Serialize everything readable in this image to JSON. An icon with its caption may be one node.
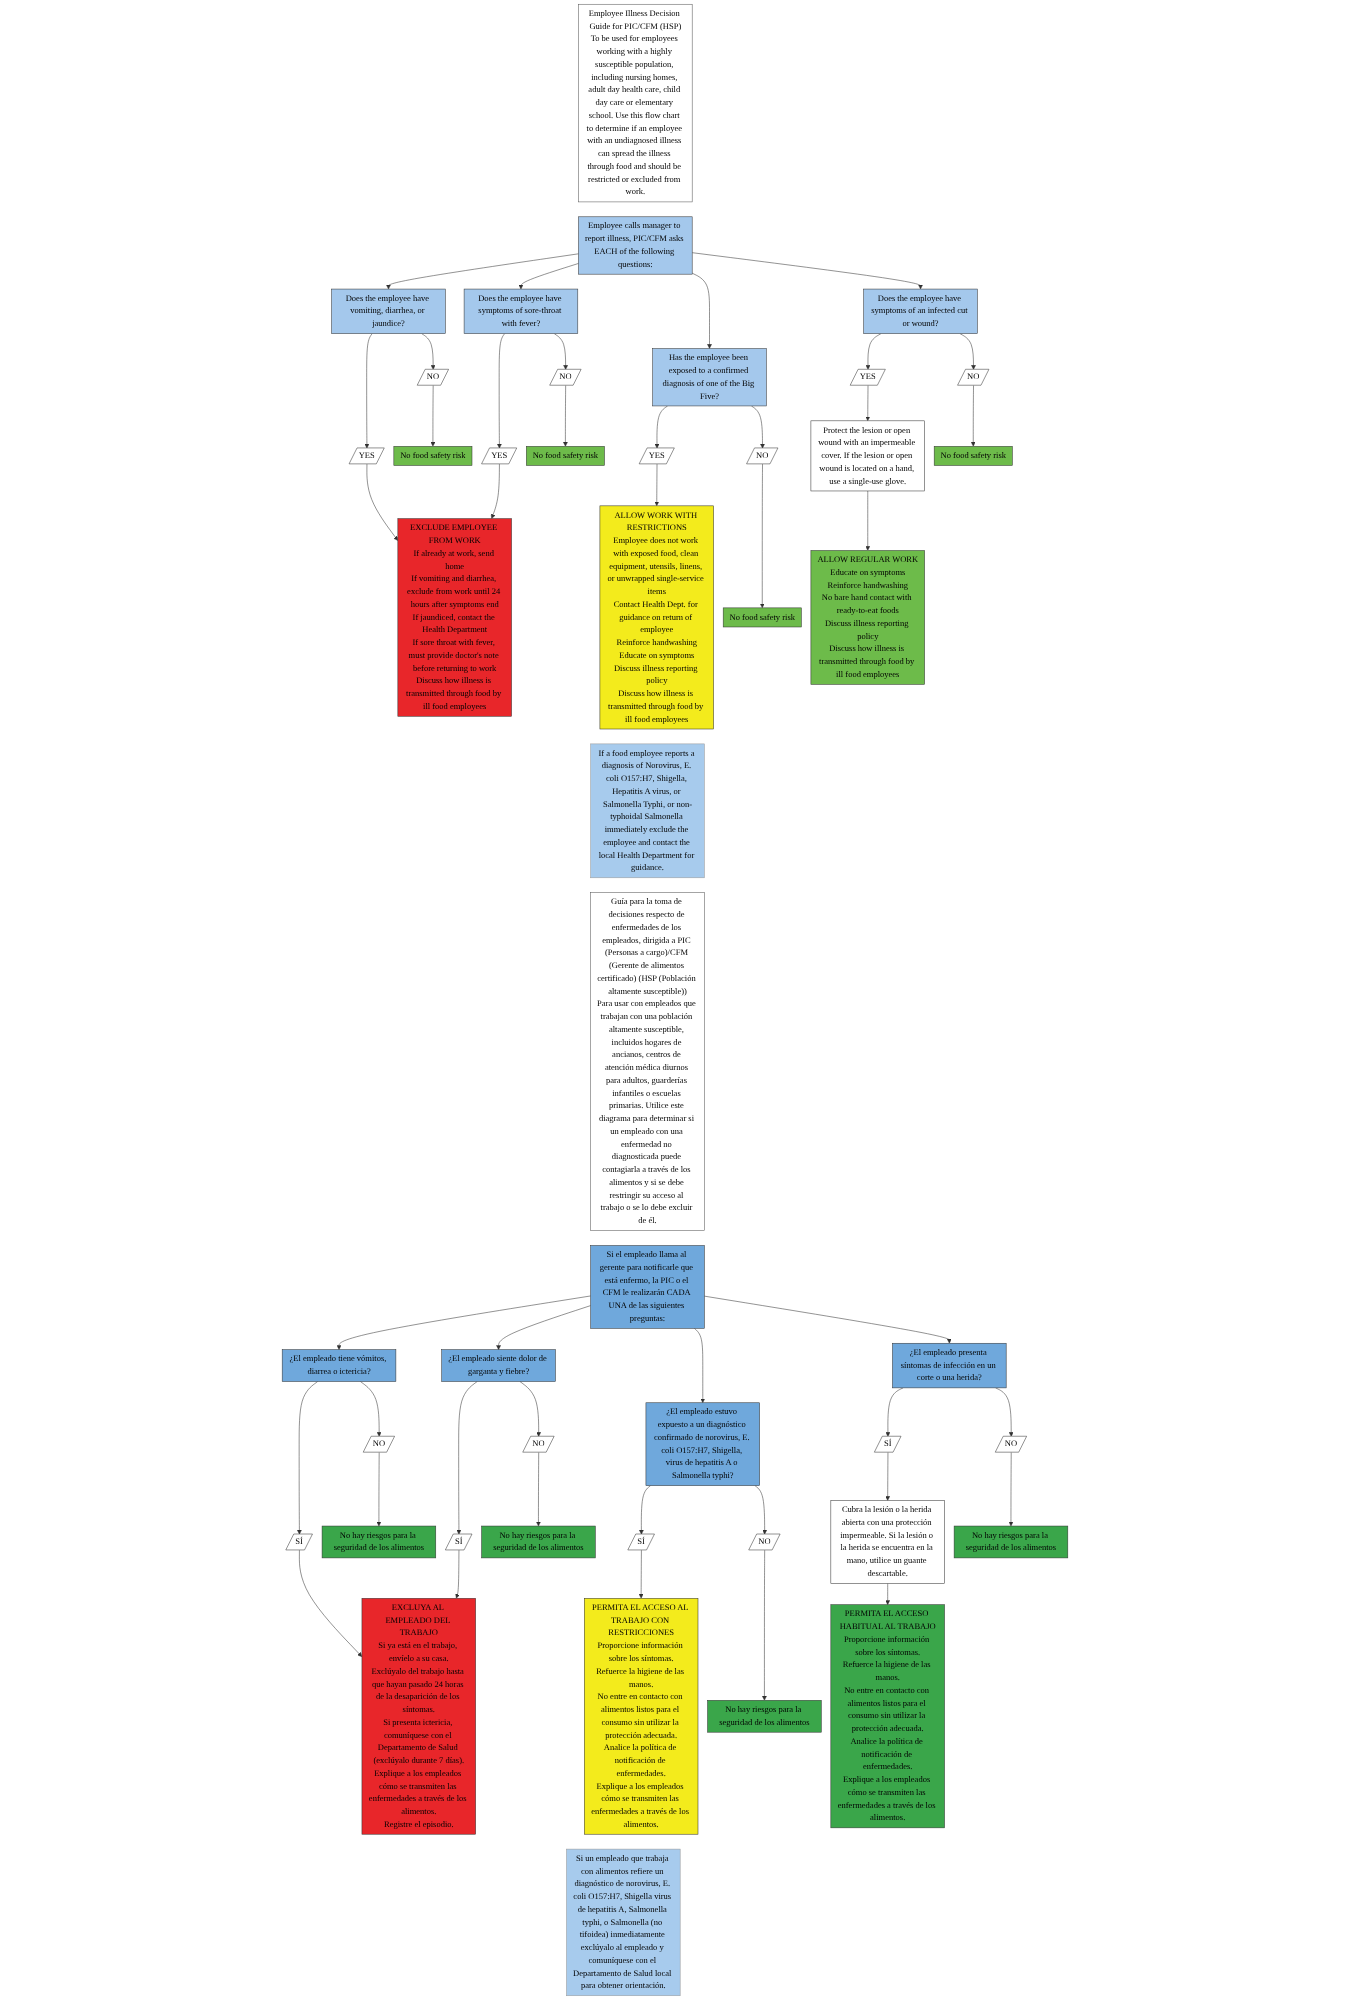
{
  "diagram": {
    "nodes": [
      {
        "text": [
          "Employee Illness Decision Guide for PIC/CFM (HSP)",
          "To be used for employees working with a highly susceptible population, including nursing homes, adult day health care, child day care or elementary school. Use this flow chart to determine if an employee with an undiagnosed illness can spread the illness through food and should be restricted or excluded from work."
        ]
      },
      {
        "text": [
          "Employee calls manager to report illness, PIC/CFM asks EACH of the following questions:"
        ]
      },
      {
        "text": [
          "Does the employee have vomiting, diarrhea, or jaundice?"
        ]
      },
      {
        "text": [
          "Does the employee have symptoms of sore-throat with fever?"
        ]
      },
      {
        "text": [
          "Has the employee been exposed to a confirmed diagnosis of one of the Big Five?"
        ]
      },
      {
        "text": [
          "Does the employee have symptoms of an infected cut or wound?"
        ]
      },
      {
        "text": [
          "YES"
        ]
      },
      {
        "text": [
          "NO"
        ]
      },
      {
        "text": [
          "YES"
        ]
      },
      {
        "text": [
          "NO"
        ]
      },
      {
        "text": [
          "YES"
        ]
      },
      {
        "text": [
          "NO"
        ]
      },
      {
        "text": [
          "YES"
        ]
      },
      {
        "text": [
          "NO"
        ]
      },
      {
        "text": [
          "No food safety risk"
        ]
      },
      {
        "text": [
          "No food safety risk"
        ]
      },
      {
        "text": [
          "No food safety risk"
        ]
      },
      {
        "text": [
          "Protect the lesion or open wound with an impermeable cover. If the lesion or open wound is located on a hand, use a single-use glove."
        ]
      },
      {
        "text": [
          "No food safety risk"
        ]
      },
      {
        "text": [
          "EXCLUDE EMPLOYEE FROM WORK",
          "If already at work, send home",
          "If vomiting and diarrhea, exclude from work until 24 hours after symptoms end",
          "If jaundiced, contact the Health Department",
          "If sore throat with fever, must provide doctor's note before returning to work",
          "Discuss how illness is transmitted through food by ill food employees"
        ]
      },
      {
        "text": [
          "ALLOW WORK WITH RESTRICTIONS",
          "Employee does not work with exposed food, clean equipment, utensils, linens, or unwrapped single-service items",
          "Contact Health Dept. for guidance on return of employee",
          "Reinforce handwashing",
          "Educate on symptoms",
          "Discuss illness reporting policy",
          "Discuss how illness is transmitted through food by ill food employees"
        ]
      },
      {
        "text": [
          "ALLOW REGULAR WORK",
          "Educate on symptoms",
          "Reinforce handwashing",
          "No bare hand contact with ready-to-eat foods",
          "Discuss illness reporting policy",
          "Discuss how illness is transmitted through food by ill food employees"
        ]
      },
      {
        "text": [
          "If a food employee reports a diagnosis of Norovirus, E. coli O157:H7, Shigella, Hepatitis A virus, or Salmonella Typhi, or non-typhoidal Salmonella immediately exclude the employee and contact the local Health Department for guidance."
        ]
      },
      {
        "text": [
          "Guía para la toma de decisiones respecto de enfermedades de los empleados, dirigida a PIC (Personas a cargo)/CFM (Gerente de alimentos certificado) (HSP (Población altamente susceptible))",
          "Para usar con empleados que trabajan con una población altamente susceptible, incluidos hogares de ancianos, centros de atención médica diurnos para adultos, guarderías infantiles o escuelas primarias. Utilice este diagrama para determinar si un empleado con una enfermedad no diagnosticada puede contagiarla a través de los alimentos y si se debe restringir su acceso al trabajo o se lo debe excluir de él."
        ]
      },
      {
        "text": [
          "Si el empleado llama al gerente para notificarle que está enfermo, la PIC o el CFM le realizarán CADA UNA de las siguientes preguntas:"
        ]
      },
      {
        "text": [
          "¿El empleado tiene vómitos, diarrea o ictericia?"
        ]
      },
      {
        "text": [
          "¿El empleado siente dolor de garganta y fiebre?"
        ]
      },
      {
        "text": [
          "¿El empleado estuvo expuesto a un diagnóstico confirmado de norovirus, E. coli O157:H7, Shigella, virus de hepatitis A o Salmonella typhi?"
        ]
      },
      {
        "text": [
          "¿El empleado presenta síntomas de infección en un corte o una herida?"
        ]
      },
      {
        "text": [
          "SÍ"
        ]
      },
      {
        "text": [
          "NO"
        ]
      },
      {
        "text": [
          "SÍ"
        ]
      },
      {
        "text": [
          "NO"
        ]
      },
      {
        "text": [
          "SÍ"
        ]
      },
      {
        "text": [
          "NO"
        ]
      },
      {
        "text": [
          "SÍ"
        ]
      },
      {
        "text": [
          "NO"
        ]
      },
      {
        "text": [
          "No hay riesgos para la seguridad de los alimentos"
        ]
      },
      {
        "text": [
          "No hay riesgos para la seguridad de los alimentos"
        ]
      },
      {
        "text": [
          "No hay riesgos para la seguridad de los alimentos"
        ]
      },
      {
        "text": [
          "Cubra la lesión o la herida abierta con una protección impermeable. Si la lesión o la herida se encuentra en la mano, utilice un guante descartable."
        ]
      },
      {
        "text": [
          "No hay riesgos para la seguridad de los alimentos"
        ]
      },
      {
        "text": [
          "EXCLUYA AL EMPLEADO DEL TRABAJO",
          "Si ya está en el trabajo, envíelo a su casa.",
          "Exclúyalo del trabajo hasta que hayan pasado 24 horas de la desaparición de los síntomas.",
          "Si presenta ictericia, comuníquese con el Departamento de Salud (exclúyalo durante 7 días).",
          "Explique a los empleados cómo se transmiten las enfermedades a través de los alimentos.",
          "Registre el episodio."
        ]
      },
      {
        "text": [
          "PERMITA EL ACCESO AL TRABAJO CON RESTRICCIONES",
          "Proporcione información sobre los síntomas.",
          "Refuerce la higiene de las manos.",
          "No entre en contacto con alimentos listos para el consumo sin utilizar la protección adecuada.",
          "Analice la política de notificación de enfermedades.",
          "Explique a los empleados cómo se transmiten las enfermedades a través de los alimentos."
        ]
      },
      {
        "text": [
          "PERMITA EL ACCESO HABITUAL AL TRABAJO",
          "Proporcione información sobre los síntomas.",
          "Refuerce la higiene de las manos.",
          "No entre en contacto con alimentos listos para el consumo sin utilizar la protección adecuada.",
          "Analice la política de notificación de enfermedades.",
          "Explique a los empleados cómo se transmiten las enfermedades a través de los alimentos."
        ]
      },
      {
        "text": [
          "Si un empleado que trabaja con alimentos refiere un diagnóstico de norovirus, E. coli O157:H7, Shigella virus de hepatitis A, Salmonella typhi, o Salmonella (no tifoidea) inmediatamente exclúyalo al empleado y comuníquese con el Departamento de Salud local para obtener orientación."
        ]
      }
    ],
    "edges": [
      {
        "from": 1,
        "to": 2,
        "arrow": "to"
      },
      {
        "from": 1,
        "to": 3,
        "arrow": "to"
      },
      {
        "from": 1,
        "to": 4,
        "arrow": "to"
      },
      {
        "from": 1,
        "to": 5,
        "arrow": "to"
      },
      {
        "from": 2,
        "to": 6,
        "arrow": "to"
      },
      {
        "from": 2,
        "to": 7,
        "arrow": "to"
      },
      {
        "from": 3,
        "to": 8,
        "arrow": "to"
      },
      {
        "from": 3,
        "to": 9,
        "arrow": "to"
      },
      {
        "from": 4,
        "to": 10,
        "arrow": "to"
      },
      {
        "from": 4,
        "to": 11,
        "arrow": "to"
      },
      {
        "from": 5,
        "to": 12,
        "arrow": "to"
      },
      {
        "from": 5,
        "to": 13,
        "arrow": "to"
      },
      {
        "from": 7,
        "to": 14,
        "arrow": "to"
      },
      {
        "from": 9,
        "to": 15,
        "arrow": "to"
      },
      {
        "from": 11,
        "to": 16,
        "arrow": "to"
      },
      {
        "from": 12,
        "to": 17,
        "arrow": "to"
      },
      {
        "from": 13,
        "to": 18,
        "arrow": "to"
      },
      {
        "from": 6,
        "to": 19,
        "arrow": "to"
      },
      {
        "from": 8,
        "to": 19,
        "arrow": "to"
      },
      {
        "from": 10,
        "to": 20,
        "arrow": "to"
      },
      {
        "from": 17,
        "to": 21,
        "arrow": "to"
      },
      {
        "from": 24,
        "to": 25,
        "arrow": "to"
      },
      {
        "from": 24,
        "to": 26,
        "arrow": "to"
      },
      {
        "from": 24,
        "to": 27,
        "arrow": "to"
      },
      {
        "from": 24,
        "to": 28,
        "arrow": "to"
      },
      {
        "from": 25,
        "to": 29,
        "arrow": "to"
      },
      {
        "from": 25,
        "to": 30,
        "arrow": "to"
      },
      {
        "from": 26,
        "to": 31,
        "arrow": "to"
      },
      {
        "from": 26,
        "to": 32,
        "arrow": "to"
      },
      {
        "from": 27,
        "to": 33,
        "arrow": "to"
      },
      {
        "from": 27,
        "to": 34,
        "arrow": "to"
      },
      {
        "from": 28,
        "to": 35,
        "arrow": "to"
      },
      {
        "from": 28,
        "to": 36,
        "arrow": "to"
      },
      {
        "from": 30,
        "to": 37,
        "arrow": "to"
      },
      {
        "from": 32,
        "to": 38,
        "arrow": "to"
      },
      {
        "from": 34,
        "to": 39,
        "arrow": "to"
      },
      {
        "from": 35,
        "to": 40,
        "arrow": "to"
      },
      {
        "from": 36,
        "to": 41,
        "arrow": "to"
      },
      {
        "from": 29,
        "to": 42,
        "arrow": "to"
      },
      {
        "from": 31,
        "to": 42,
        "arrow": "to"
      },
      {
        "from": 33,
        "to": 43,
        "arrow": "to"
      },
      {
        "from": 40,
        "to": 44,
        "arrow": "to"
      }
    ]
  }
}
